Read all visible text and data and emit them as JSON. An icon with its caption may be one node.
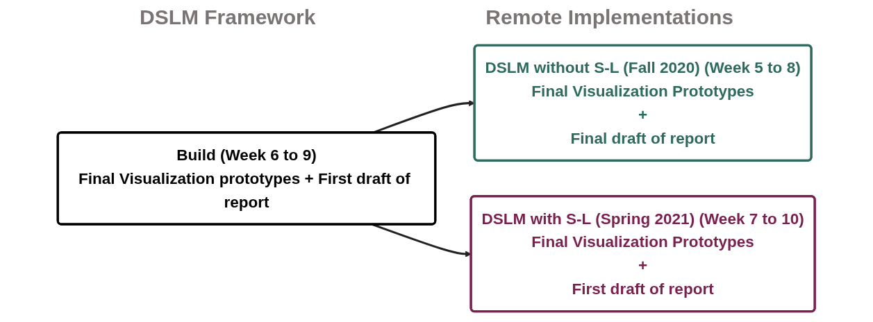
{
  "diagram": {
    "nodes": [
      {
        "text": [
          "Build (Week 6 to 9)",
          "Final Visualization prototypes + First draft of report"
        ]
      },
      {
        "text": [
          "DSLM without S-L (Fall 2020) (Week 5 to 8)",
          "Final Visualization Prototypes",
          "+",
          "Final draft of report"
        ]
      },
      {
        "text": [
          "DSLM with S-L (Spring 2021) (Week 7 to 10)",
          "Final Visualization Prototypes",
          "+",
          "First draft of report"
        ]
      }
    ],
    "edges": [
      {
        "from": 0,
        "to": 1,
        "arrow": "to"
      },
      {
        "from": 0,
        "to": 2,
        "arrow": "to"
      }
    ],
    "labels": [
      "DSLM Framework",
      "Remote Implementations"
    ]
  }
}
